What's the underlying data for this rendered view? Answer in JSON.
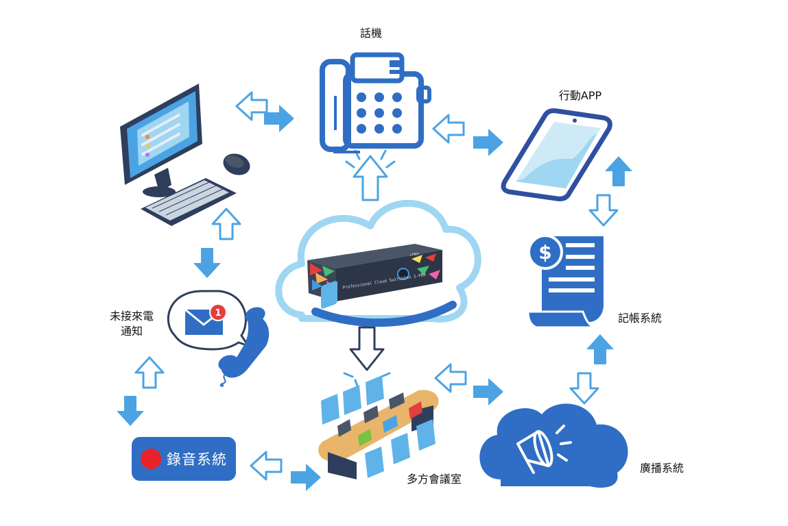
{
  "colors": {
    "primary_blue": "#2F6EC4",
    "dark_blue": "#1E4FA3",
    "arrow_blue": "#4BA3E3",
    "light_blue": "#9FD6F2",
    "navy": "#2E3E5C",
    "record_red": "#E8222A",
    "table_tan": "#E8B56A",
    "chair_blue": "#5FB3E8"
  },
  "icons": {
    "desktop": "desktop-computer-icon",
    "phone": "desk-phone-icon",
    "mobile": "smartphone-icon",
    "billing": "invoice-dollar-icon",
    "broadcast": "megaphone-cloud-icon",
    "conference": "conference-room-icon",
    "missed_call": "envelope-handset-icon",
    "recording": "record-dot-icon",
    "pbx": "cloud-pbx-server-icon"
  },
  "labels": {
    "phone": "話機",
    "mobile": "行動APP",
    "billing": "記帳系統",
    "broadcast": "廣播系統",
    "conference": "多方會議室",
    "missed_line1": "未接來電",
    "missed_line2": "通知",
    "recording": "錄音系統",
    "notification_count": "1"
  },
  "server": {
    "caption": "Professional Cloud Switchbox I-PBX",
    "badge": "I-PBX"
  }
}
